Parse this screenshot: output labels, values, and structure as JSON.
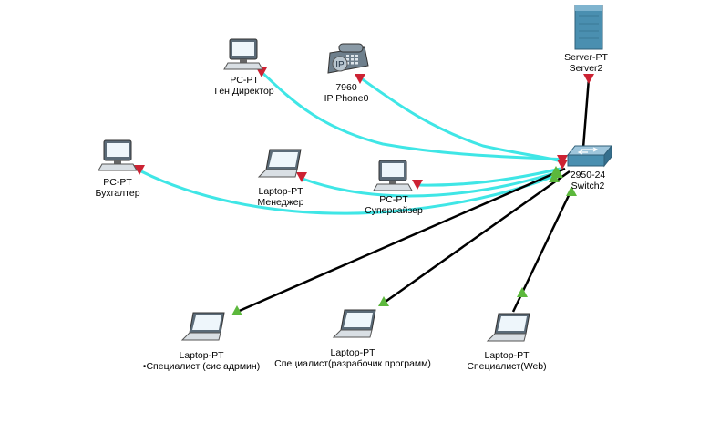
{
  "colors": {
    "crossover_link": "#3fe6e6",
    "straight_link": "#000000",
    "port_down": "#cc2233",
    "port_up": "#5cb83c",
    "device_blue": "#4a8fb0"
  },
  "devices": {
    "server2": {
      "type": "Server-PT",
      "name": "Server2",
      "icon": "server-icon"
    },
    "gen_director": {
      "type": "PC-PT",
      "name": "Ген.Директор",
      "icon": "pc-icon"
    },
    "ip_phone0": {
      "type": "7960",
      "name": "IP Phone0",
      "icon": "ip-phone-icon",
      "badge": "IP"
    },
    "switch2": {
      "type": "2950-24",
      "name": "Switch2",
      "icon": "switch-icon"
    },
    "buhgalter": {
      "type": "PC-PT",
      "name": "Бухгалтер",
      "icon": "pc-icon"
    },
    "manager": {
      "type": "Laptop-PT",
      "name": "Менеджер",
      "icon": "laptop-icon"
    },
    "supervisor": {
      "type": "PC-PT",
      "name": "Супервайзер",
      "icon": "pc-icon"
    },
    "spec_admin": {
      "type": "Laptop-PT",
      "name": "•Специалист (сис адрмин)",
      "icon": "laptop-icon"
    },
    "spec_dev": {
      "type": "Laptop-PT",
      "name": "Специалист(разрабочик программ)",
      "icon": "laptop-icon"
    },
    "spec_web": {
      "type": "Laptop-PT",
      "name": "Специалист(Web)",
      "icon": "laptop-icon"
    }
  }
}
